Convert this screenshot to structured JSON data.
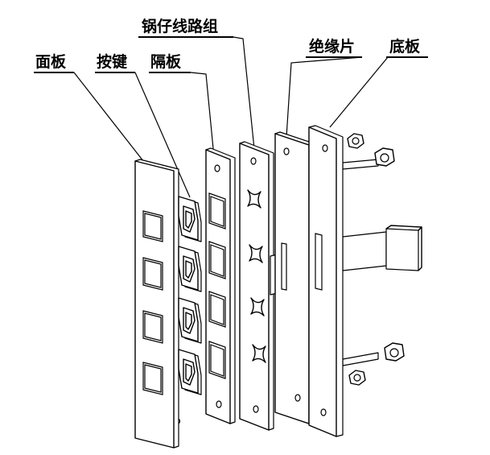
{
  "labels": {
    "panel": "面板",
    "keys": "按键",
    "spacer": "隔板",
    "circuit": "锅仔线路组",
    "insulator": "绝缘片",
    "base": "底板"
  },
  "colors": {
    "line": "#000000",
    "background": "#ffffff"
  }
}
